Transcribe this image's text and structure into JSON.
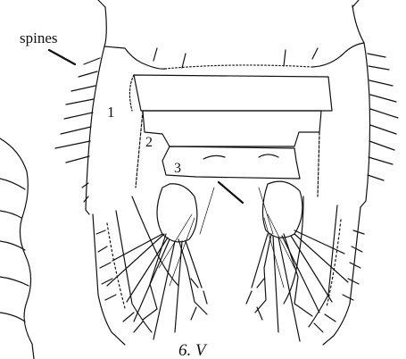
{
  "labels": {
    "spines": "spines",
    "segment_1": "1",
    "segment_2": "2",
    "segment_3": "3",
    "caption": "6. V"
  },
  "colors": {
    "ink": "#111111",
    "background": "#ffffff"
  }
}
